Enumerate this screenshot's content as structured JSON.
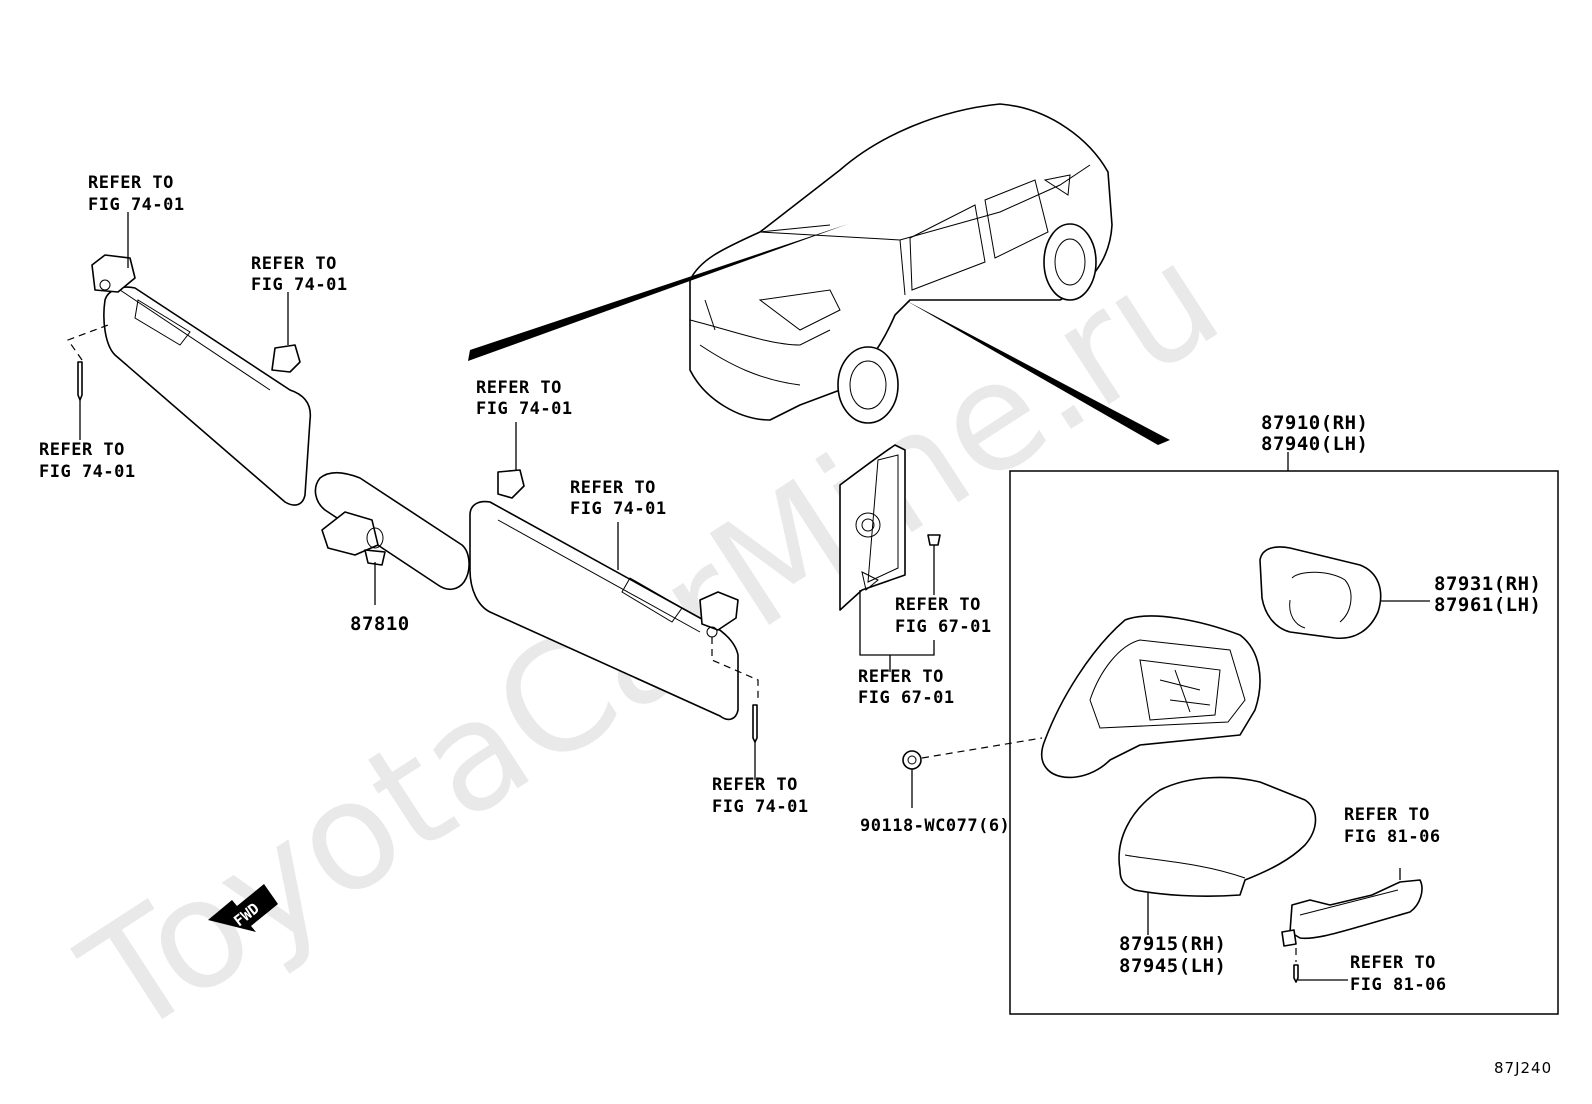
{
  "watermark": "ToyotaCarMine.ru",
  "diagram_code": "87J240",
  "fwd_label": "FWD",
  "references": {
    "visor_left_top": [
      "REFER TO",
      "FIG 74-01"
    ],
    "visor_left_clip": [
      "REFER TO",
      "FIG 74-01"
    ],
    "visor_left_screw": [
      "REFER TO",
      "FIG 74-01"
    ],
    "visor_right_clip": [
      "REFER TO",
      "FIG 74-01"
    ],
    "visor_right_body": [
      "REFER TO",
      "FIG 74-01"
    ],
    "visor_right_screw": [
      "REFER TO",
      "FIG 74-01"
    ],
    "garnish_clip": [
      "REFER TO",
      "FIG 67-01"
    ],
    "garnish_body": [
      "REFER TO",
      "FIG 67-01"
    ],
    "side_turn_lamp": [
      "REFER TO",
      "FIG 81-06"
    ],
    "lamp_screw": [
      "REFER TO",
      "FIG 81-06"
    ]
  },
  "part_numbers": {
    "inner_mirror": "87810",
    "outer_mirror": [
      "87910(RH)",
      "87940(LH)"
    ],
    "mirror_glass": [
      "87931(RH)",
      "87961(LH)"
    ],
    "mirror_cover": [
      "87915(RH)",
      "87945(LH)"
    ],
    "nut": "90118-WC077(6)"
  }
}
